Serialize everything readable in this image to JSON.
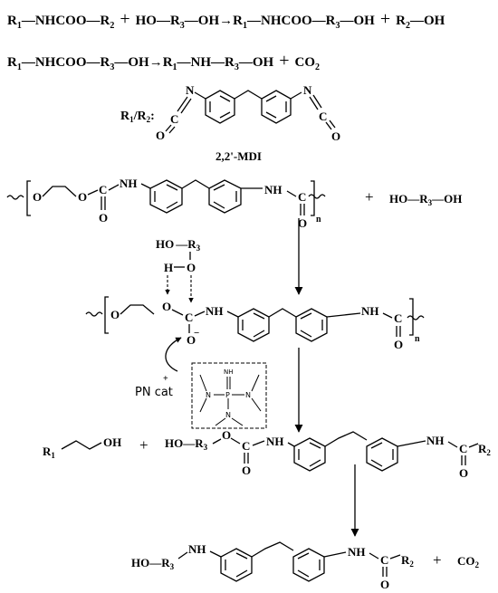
{
  "equations": {
    "eq1": {
      "lhs_r1": "R",
      "lhs_sub1": "1",
      "lhs_mid": "—NHCOO—R",
      "lhs_sub2": "2",
      "plus1": "+",
      "reagent": "HO—R",
      "reagent_sub": "3",
      "reagent_end": "—OH",
      "arrow": "→",
      "prod_r1": "R",
      "prod_sub1": "1",
      "prod_mid": "—NHCOO—R",
      "prod_sub3": "3",
      "prod_end": "—OH",
      "plus2": "+",
      "byprod": "R",
      "byprod_sub": "2",
      "byprod_end": "—OH"
    },
    "eq2": {
      "r1": "R",
      "sub1": "1",
      "mid": "—NHCOO—R",
      "sub3": "3",
      "oh": "—OH",
      "arrow": "→",
      "p_r1": "R",
      "p_sub1": "1",
      "p_mid": "—NH—R",
      "p_sub3": "3",
      "p_end": "—OH",
      "plus": "+",
      "co2": "CO",
      "co2_sub": "2"
    }
  },
  "mdi": {
    "label_r": "R",
    "label_sub1": "1",
    "label_slash": "/R",
    "label_sub2": "2",
    "label_colon": ":",
    "n": "N",
    "c": "C",
    "o": "O",
    "name": "2,2'-MDI"
  },
  "polymer1": {
    "o1": "O",
    "o2": "O",
    "c": "C",
    "o_carbonyl": "O",
    "nh1": "NH",
    "nh2": "NH",
    "c2": "C",
    "o2b": "O",
    "n": "n",
    "plus": "+",
    "reagent": "HO—R",
    "reagent_sub": "3",
    "reagent_end": "—OH"
  },
  "intermediate": {
    "ho": "HO",
    "r3": "R",
    "r3_sub": "3",
    "h": "H",
    "o_alc": "O",
    "o1": "O",
    "o2": "O",
    "c": "C",
    "o_minus": "O",
    "minus": "−",
    "nh1": "NH",
    "nh2": "NH",
    "c2": "C",
    "o2b": "O",
    "n": "n",
    "plus_charge": "+"
  },
  "catalyst": {
    "label": "PN cat",
    "nh": "NH",
    "p": "P",
    "n_left": "N",
    "n_right": "N",
    "n_bottom": "N"
  },
  "products": {
    "r1": "R",
    "r1_sub": "1",
    "oh": "OH",
    "plus": "+",
    "ho": "HO",
    "r3": "R",
    "r3_sub": "3",
    "o": "O",
    "c": "C",
    "o_carbonyl": "O",
    "nh1": "NH",
    "nh2": "NH",
    "c2": "C",
    "r2": "R",
    "r2_sub": "2",
    "o2": "O"
  },
  "final": {
    "ho": "HO",
    "r3": "R",
    "r3_sub": "3",
    "nh1": "NH",
    "nh2": "NH",
    "c": "C",
    "r2": "R",
    "r2_sub": "2",
    "o": "O",
    "plus": "+",
    "co2": "CO",
    "co2_sub": "2"
  }
}
